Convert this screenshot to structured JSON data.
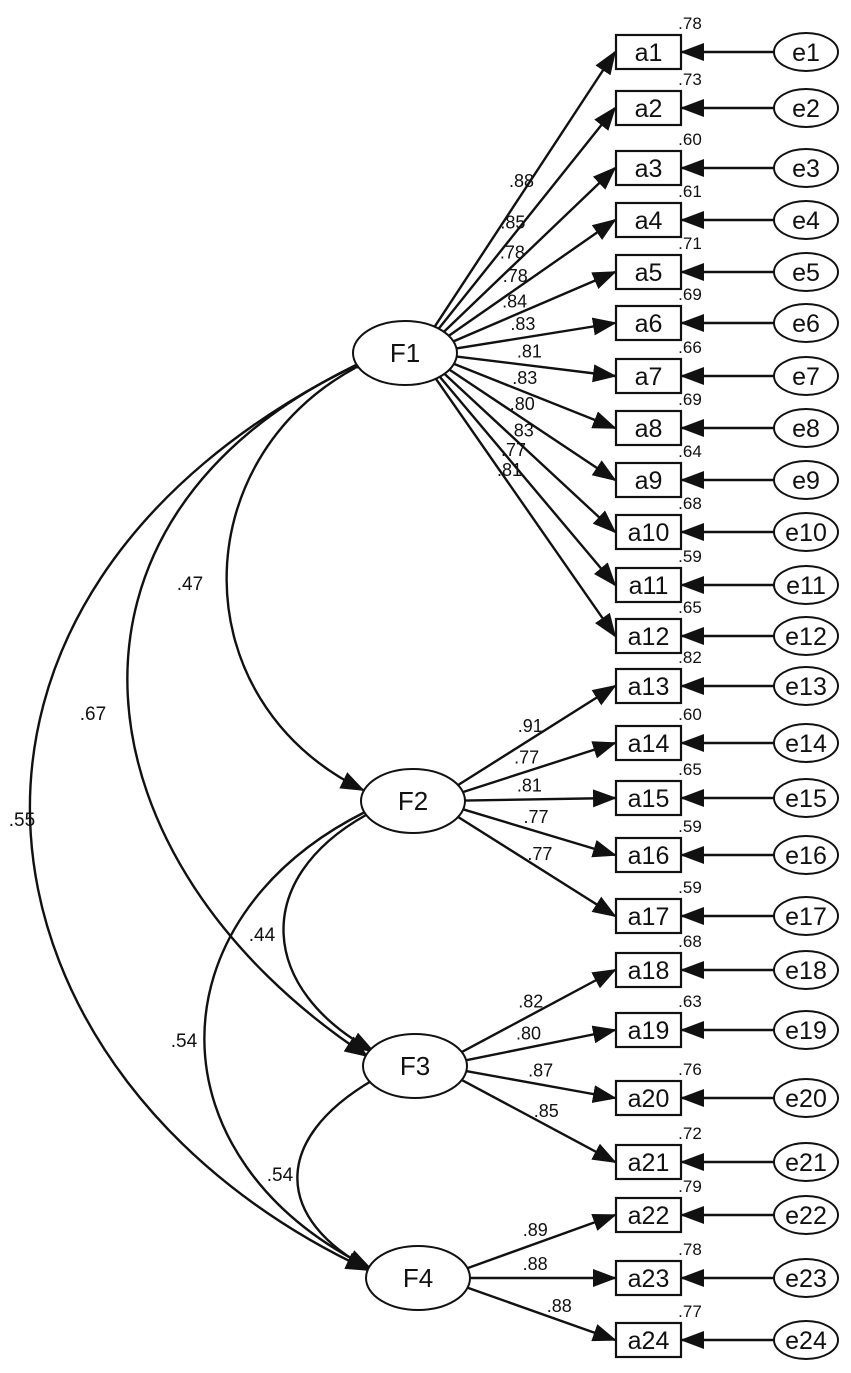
{
  "diagram": {
    "factors": [
      {
        "id": "F1",
        "label": "F1"
      },
      {
        "id": "F2",
        "label": "F2"
      },
      {
        "id": "F3",
        "label": "F3"
      },
      {
        "id": "F4",
        "label": "F4"
      }
    ],
    "items": [
      {
        "label": "a1",
        "error": "e1",
        "factor": "F1",
        "loading": ".88",
        "r2": ".78"
      },
      {
        "label": "a2",
        "error": "e2",
        "factor": "F1",
        "loading": ".85",
        "r2": ".73"
      },
      {
        "label": "a3",
        "error": "e3",
        "factor": "F1",
        "loading": ".78",
        "r2": ".60"
      },
      {
        "label": "a4",
        "error": "e4",
        "factor": "F1",
        "loading": ".78",
        "r2": ".61"
      },
      {
        "label": "a5",
        "error": "e5",
        "factor": "F1",
        "loading": ".84",
        "r2": ".71"
      },
      {
        "label": "a6",
        "error": "e6",
        "factor": "F1",
        "loading": ".83",
        "r2": ".69"
      },
      {
        "label": "a7",
        "error": "e7",
        "factor": "F1",
        "loading": ".81",
        "r2": ".66"
      },
      {
        "label": "a8",
        "error": "e8",
        "factor": "F1",
        "loading": ".83",
        "r2": ".69"
      },
      {
        "label": "a9",
        "error": "e9",
        "factor": "F1",
        "loading": ".80",
        "r2": ".64"
      },
      {
        "label": "a10",
        "error": "e10",
        "factor": "F1",
        "loading": ".83",
        "r2": ".68"
      },
      {
        "label": "a11",
        "error": "e11",
        "factor": "F1",
        "loading": ".77",
        "r2": ".59"
      },
      {
        "label": "a12",
        "error": "e12",
        "factor": "F1",
        "loading": ".81",
        "r2": ".65"
      },
      {
        "label": "a13",
        "error": "e13",
        "factor": "F2",
        "loading": ".91",
        "r2": ".82"
      },
      {
        "label": "a14",
        "error": "e14",
        "factor": "F2",
        "loading": ".77",
        "r2": ".60"
      },
      {
        "label": "a15",
        "error": "e15",
        "factor": "F2",
        "loading": ".81",
        "r2": ".65"
      },
      {
        "label": "a16",
        "error": "e16",
        "factor": "F2",
        "loading": ".77",
        "r2": ".59"
      },
      {
        "label": "a17",
        "error": "e17",
        "factor": "F2",
        "loading": ".77",
        "r2": ".59"
      },
      {
        "label": "a18",
        "error": "e18",
        "factor": "F3",
        "loading": ".82",
        "r2": ".68"
      },
      {
        "label": "a19",
        "error": "e19",
        "factor": "F3",
        "loading": ".80",
        "r2": ".63"
      },
      {
        "label": "a20",
        "error": "e20",
        "factor": "F3",
        "loading": ".87",
        "r2": ".76"
      },
      {
        "label": "a21",
        "error": "e21",
        "factor": "F3",
        "loading": ".85",
        "r2": ".72"
      },
      {
        "label": "a22",
        "error": "e22",
        "factor": "F4",
        "loading": ".89",
        "r2": ".79"
      },
      {
        "label": "a23",
        "error": "e23",
        "factor": "F4",
        "loading": ".88",
        "r2": ".78"
      },
      {
        "label": "a24",
        "error": "e24",
        "factor": "F4",
        "loading": ".88",
        "r2": ".77"
      }
    ],
    "correlations": [
      {
        "from": "F1",
        "to": "F2",
        "value": ".47"
      },
      {
        "from": "F1",
        "to": "F3",
        "value": ".67"
      },
      {
        "from": "F1",
        "to": "F4",
        "value": ".55"
      },
      {
        "from": "F2",
        "to": "F3",
        "value": ".44"
      },
      {
        "from": "F2",
        "to": "F4",
        "value": ".54"
      },
      {
        "from": "F3",
        "to": "F4",
        "value": ".54"
      }
    ]
  }
}
